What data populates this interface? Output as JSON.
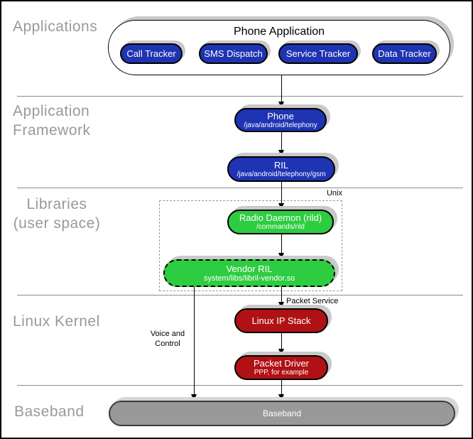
{
  "sections": {
    "applications": {
      "label": "Applications"
    },
    "framework": {
      "label_line1": "Application",
      "label_line2": "Framework"
    },
    "libraries": {
      "label_line1": "Libraries",
      "label_line2": "(user space)"
    },
    "kernel": {
      "label": "Linux Kernel"
    },
    "baseband": {
      "label": "Baseband"
    }
  },
  "diagram": {
    "phone_application": {
      "title": "Phone Application",
      "apps": [
        {
          "label": "Call Tracker"
        },
        {
          "label": "SMS Dispatch"
        },
        {
          "label": "Service Tracker"
        },
        {
          "label": "Data Tracker"
        }
      ]
    },
    "nodes": {
      "phone": {
        "title": "Phone",
        "subtitle": "/java/android/telephony"
      },
      "ril": {
        "title": "RIL",
        "subtitle": "/java/android/telephony/gsm"
      },
      "radio_daemon": {
        "title": "Radio Daemon (rild)",
        "subtitle": "/commands/rild"
      },
      "vendor_ril": {
        "title": "Vendor RIL",
        "subtitle": "system/libs/libril-vendor.so"
      },
      "linux_ip_stack": {
        "title": "Linux IP Stack"
      },
      "packet_driver": {
        "title": "Packet Driver",
        "subtitle": "PPP, for example"
      },
      "baseband": {
        "title": "Baseband"
      }
    },
    "annotations": {
      "unix": "Unix",
      "packet_service": "Packet Service",
      "voice_control_line1": "Voice and",
      "voice_control_line2": "Control"
    },
    "colors": {
      "framework_blue": "#1E34B2",
      "library_green": "#2ECC40",
      "kernel_red": "#B01115",
      "baseband_gray": "#999999",
      "section_label_gray": "#999999",
      "shadow_gray": "#C9C9C9"
    }
  }
}
